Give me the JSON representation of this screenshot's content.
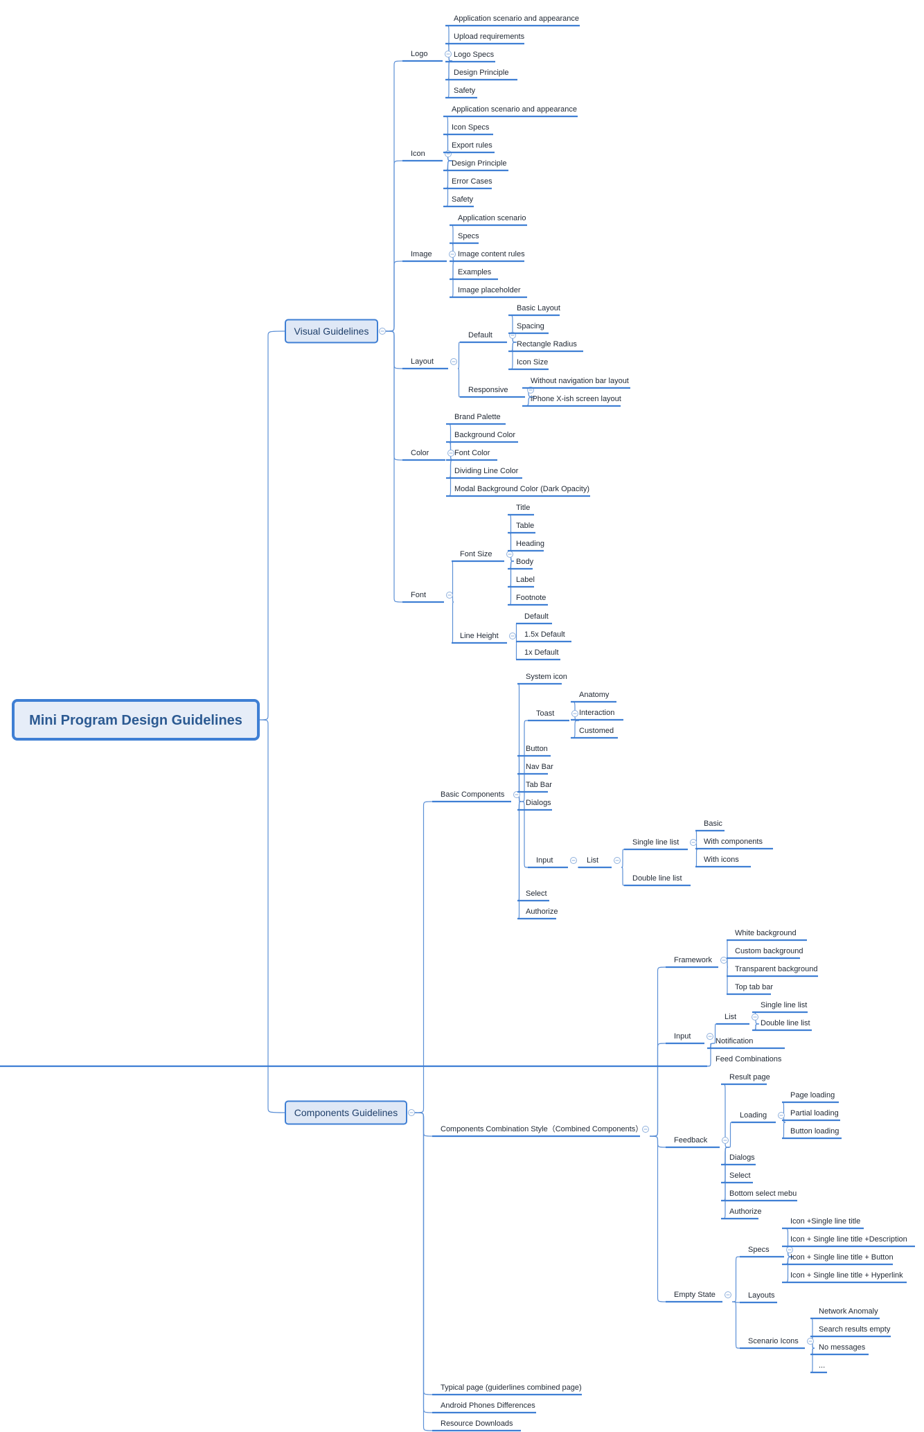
{
  "root": "Mini Program Design Guidelines",
  "branches": [
    {
      "label": "Visual Guidelines",
      "children": [
        {
          "label": "Logo",
          "children": [
            {
              "label": "Application scenario and appearance"
            },
            {
              "label": "Upload requirements"
            },
            {
              "label": "Logo Specs"
            },
            {
              "label": "Design Principle"
            },
            {
              "label": "Safety"
            }
          ]
        },
        {
          "label": "Icon",
          "children": [
            {
              "label": "Application scenario and appearance"
            },
            {
              "label": "Icon Specs"
            },
            {
              "label": "Export rules"
            },
            {
              "label": "Design Principle"
            },
            {
              "label": "Error Cases"
            },
            {
              "label": "Safety"
            }
          ]
        },
        {
          "label": "Image",
          "children": [
            {
              "label": "Application scenario"
            },
            {
              "label": "Specs"
            },
            {
              "label": "Image content rules"
            },
            {
              "label": "Examples"
            },
            {
              "label": "Image placeholder"
            }
          ]
        },
        {
          "label": "Layout",
          "children": [
            {
              "label": "Default",
              "children": [
                {
                  "label": "Basic Layout"
                },
                {
                  "label": "Spacing"
                },
                {
                  "label": "Rectangle Radius"
                },
                {
                  "label": "Icon Size"
                }
              ]
            },
            {
              "label": "Responsive",
              "children": [
                {
                  "label": "Without navigation bar layout"
                },
                {
                  "label": "iPhone X-ish screen layout"
                }
              ]
            }
          ]
        },
        {
          "label": "Color",
          "children": [
            {
              "label": "Brand Palette"
            },
            {
              "label": "Background Color"
            },
            {
              "label": "Font Color"
            },
            {
              "label": "Dividing Line Color"
            },
            {
              "label": "Modal Background Color (Dark Opacity)"
            }
          ]
        },
        {
          "label": "Font",
          "children": [
            {
              "label": "Font Size",
              "children": [
                {
                  "label": "Title"
                },
                {
                  "label": "Table"
                },
                {
                  "label": "Heading"
                },
                {
                  "label": "Body"
                },
                {
                  "label": "Label"
                },
                {
                  "label": "Footnote"
                }
              ]
            },
            {
              "label": "Line Height",
              "children": [
                {
                  "label": "Default"
                },
                {
                  "label": "1.5x Default"
                },
                {
                  "label": "1x Default"
                }
              ]
            }
          ]
        }
      ]
    },
    {
      "label": "Components Guidelines",
      "children": [
        {
          "label": "Basic Components",
          "children": [
            {
              "label": "System icon"
            },
            {
              "label": "Toast",
              "children": [
                {
                  "label": "Anatomy"
                },
                {
                  "label": "Interaction"
                },
                {
                  "label": "Customed"
                }
              ]
            },
            {
              "label": "Button"
            },
            {
              "label": "Nav Bar"
            },
            {
              "label": "Tab Bar"
            },
            {
              "label": "Dialogs"
            },
            {
              "label": "Input",
              "children": [
                {
                  "label": "List",
                  "children": [
                    {
                      "label": "Single line list",
                      "children": [
                        {
                          "label": "Basic"
                        },
                        {
                          "label": "With components"
                        },
                        {
                          "label": "With icons"
                        }
                      ]
                    },
                    {
                      "label": "Double line list"
                    }
                  ]
                }
              ]
            },
            {
              "label": "Select"
            },
            {
              "label": "Authorize"
            }
          ]
        },
        {
          "label": "Components Combination Style（Combined Components）",
          "children": [
            {
              "label": "Framework",
              "children": [
                {
                  "label": "White background"
                },
                {
                  "label": "Custom background"
                },
                {
                  "label": "Transparent background"
                },
                {
                  "label": "Top tab bar"
                }
              ]
            },
            {
              "label": "Input",
              "children": [
                {
                  "label": "List",
                  "children": [
                    {
                      "label": "Single line list"
                    },
                    {
                      "label": "Double line list"
                    }
                  ]
                },
                {
                  "label": "Feed Combinations"
                },
                {
                  "label": "Notification"
                }
              ]
            },
            {
              "label": "Feedback",
              "children": [
                {
                  "label": "Result page"
                },
                {
                  "label": "Loading",
                  "children": [
                    {
                      "label": "Page loading"
                    },
                    {
                      "label": "Partial loading"
                    },
                    {
                      "label": "Button loading"
                    }
                  ]
                },
                {
                  "label": "Dialogs"
                },
                {
                  "label": "Select"
                },
                {
                  "label": "Bottom select mebu"
                },
                {
                  "label": "Authorize"
                }
              ]
            },
            {
              "label": "Empty State",
              "children": [
                {
                  "label": "Specs",
                  "children": [
                    {
                      "label": "Icon +Single line title"
                    },
                    {
                      "label": "Icon + Single line title +Description"
                    },
                    {
                      "label": "Icon + Single line title + Button"
                    },
                    {
                      "label": "Icon + Single line title + Hyperlink"
                    }
                  ]
                },
                {
                  "label": "Layouts"
                },
                {
                  "label": "Scenario Icons",
                  "children": [
                    {
                      "label": "Network Anomaly"
                    },
                    {
                      "label": "Search results empty"
                    },
                    {
                      "label": "No messages"
                    },
                    {
                      "label": "..."
                    }
                  ]
                }
              ]
            }
          ]
        },
        {
          "label": "Typical page (guiderlines combined page)"
        },
        {
          "label": "Android Phones Differences"
        },
        {
          "label": "Resource Downloads"
        }
      ]
    }
  ]
}
